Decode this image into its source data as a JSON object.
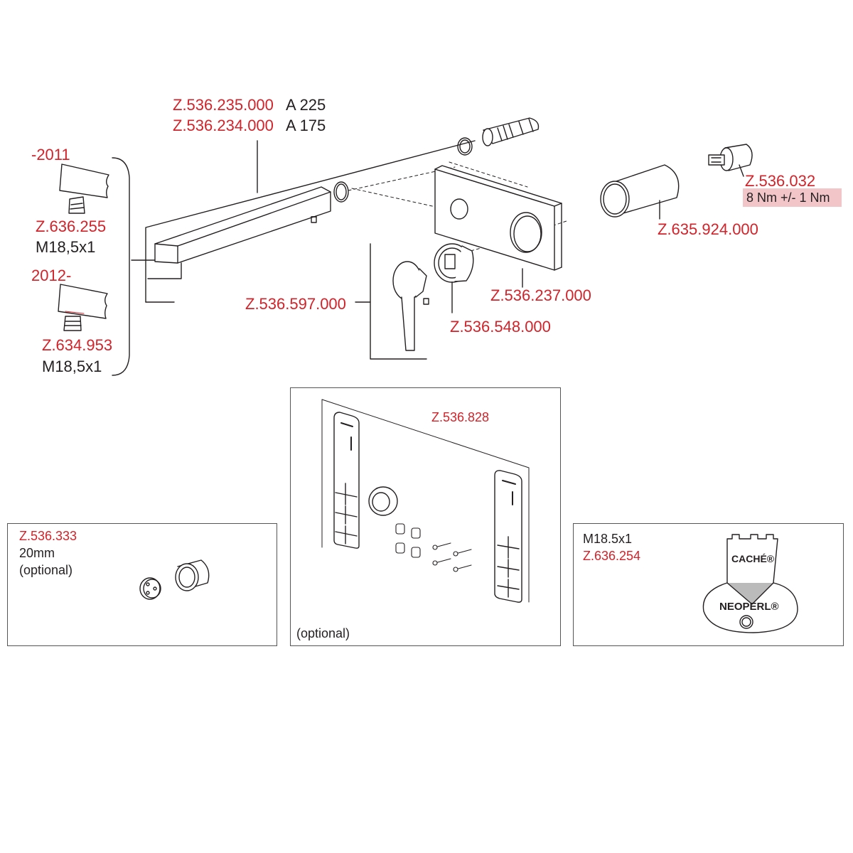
{
  "main": {
    "spout_part_a": "Z.536.235.000",
    "spout_dim_a": "A 225",
    "spout_part_b": "Z.536.234.000",
    "spout_dim_b": "A 175",
    "cartridge_part": "Z.536.032",
    "cartridge_torque": "8 Nm +/- 1 Nm",
    "sleeve_part": "Z.635.924.000",
    "plate_part": "Z.536.237.000",
    "lever_part": "Z.536.597.000",
    "body_part": "Z.536.548.000"
  },
  "aerator_variants": [
    {
      "period": "-2011",
      "part": "Z.636.255",
      "thread": "M18,5x1"
    },
    {
      "period": "2012-",
      "part": "Z.634.953",
      "thread": "M18,5x1"
    }
  ],
  "boxes": {
    "extension": {
      "part": "Z.536.333",
      "size": "20mm",
      "note": "(optional)"
    },
    "mounting": {
      "part": "Z.536.828",
      "note": "(optional)"
    },
    "key": {
      "thread": "M18.5x1",
      "part": "Z.636.254",
      "brand_top": "CACHÉ®",
      "brand_bottom": "NEOPERL®"
    }
  },
  "colors": {
    "part_label": "#d2232a",
    "text": "#231f20",
    "torque_highlight": "#f2c6c8",
    "line": "#231f20"
  }
}
